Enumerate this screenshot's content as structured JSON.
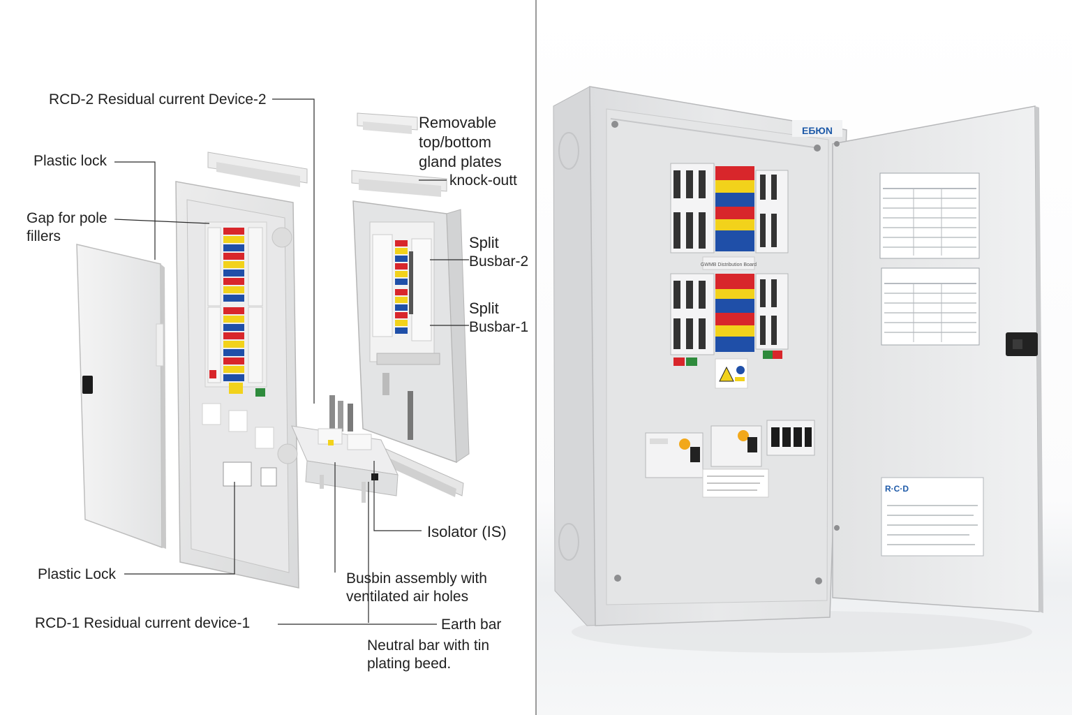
{
  "labels": {
    "rcd2": "RCD-2 Residual current Device-2",
    "plastic_lock_top": "Plastic lock",
    "gap_line1": "Gap for pole",
    "gap_line2": "fillers",
    "plastic_lock_bottom": "Plastic Lock",
    "rcd1": "RCD-1 Residual current device-1",
    "removable_line1": "Removable",
    "removable_line2": "top/bottom",
    "removable_line3": "gland plates",
    "knockout": "knock-outt",
    "split2_line1": "Split",
    "split2_line2": "Busbar-2",
    "split1_line1": "Split",
    "split1_line2": "Busbar-1",
    "isolator": "Isolator (IS)",
    "busbar_line1": "Busbin assembly with",
    "busbar_line2": "ventilated air holes",
    "earth_bar": "Earth bar",
    "neutral_line1": "Neutral bar with tin",
    "neutral_line2": "plating beed."
  },
  "photo": {
    "brand": "EБЮN",
    "mid_label": "GWMB Distribution Board",
    "door_logo": "R·C·D"
  },
  "colors": {
    "red": "#d8262b",
    "yellow": "#f2d21b",
    "blue": "#1f4fa8",
    "enclosure": "#e6e7e8",
    "brand_blue": "#1e5aa8"
  }
}
